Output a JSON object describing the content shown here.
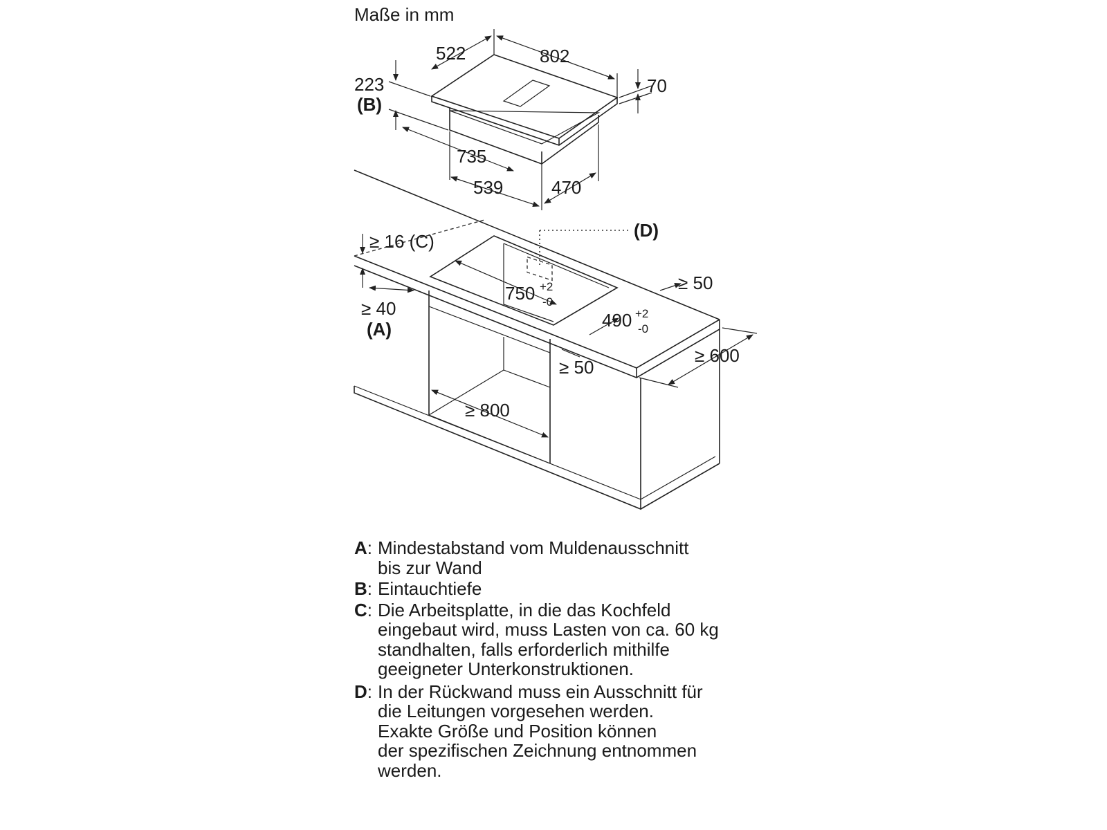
{
  "units_label": "Maße in mm",
  "hob_dims": {
    "depth": "522",
    "width": "802",
    "immersion": "223",
    "immersion_ref": "(B)",
    "thickness": "70",
    "body_width": "735",
    "body_depth_front": "539",
    "body_depth_side": "470"
  },
  "cutout_dims": {
    "worktop_thickness": "≥ 16 (C)",
    "wall_distance": "≥ 40",
    "wall_distance_ref": "(A)",
    "cutout_width": "750",
    "cutout_width_tol_plus": "+2",
    "cutout_width_tol_minus": "-0",
    "cutout_depth": "490",
    "cutout_depth_tol_plus": "+2",
    "cutout_depth_tol_minus": "-0",
    "rear_opening_ref": "(D)",
    "side_distance_right": "≥ 50",
    "front_distance": "≥ 50",
    "cabinet_width": "≥ 800",
    "worktop_depth": "≥ 600"
  },
  "notes": [
    {
      "key": "A",
      "lines": [
        "Mindestabstand vom Muldenausschnitt",
        "bis zur Wand"
      ]
    },
    {
      "key": "B",
      "lines": [
        "Eintauchtiefe"
      ]
    },
    {
      "key": "C",
      "lines": [
        "Die Arbeitsplatte, in die das Kochfeld",
        "eingebaut wird, muss Lasten von ca. 60 kg",
        "standhalten, falls erforderlich mithilfe",
        "geeigneter Unterkonstruktionen."
      ]
    },
    {
      "key": "D",
      "lines": [
        "In der Rückwand muss ein Ausschnitt für",
        "die Leitungen vorgesehen werden.",
        "Exakte Größe und Position können",
        "der spezifischen Zeichnung entnommen",
        "werden."
      ]
    }
  ]
}
